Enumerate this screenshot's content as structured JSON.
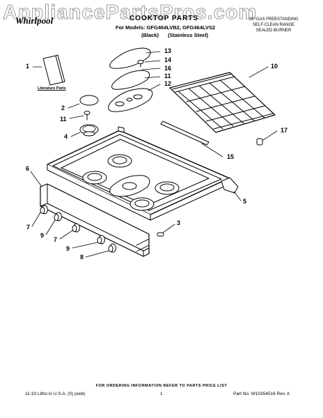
{
  "watermark": "AppliancePartsPros.com",
  "header": {
    "brand": "Whirlpool",
    "title": "COOKTOP PARTS",
    "models": "For Models: GFG464LVB2, GFG464LVS2",
    "variants": [
      "(Black)",
      "(Stainless Steel)"
    ],
    "description": [
      "30\" GAS FREESTANDING",
      "SELF-CLEAN RANGE",
      "SEALED BURNER"
    ]
  },
  "literature_label": "Literature Parts",
  "callouts": [
    "1",
    "2",
    "11",
    "4",
    "13",
    "14",
    "16",
    "11",
    "12",
    "10",
    "17",
    "15",
    "5",
    "6",
    "3",
    "7",
    "9",
    "7",
    "9",
    "8"
  ],
  "footer": {
    "ordering_note": "FOR ORDERING INFORMATION REFER TO PARTS PRICE LIST",
    "litho": "11-10 Litho in U.S.A. (II) (eeb)",
    "page": "1",
    "part_no": "Part No. W10354516 Rev. A"
  }
}
